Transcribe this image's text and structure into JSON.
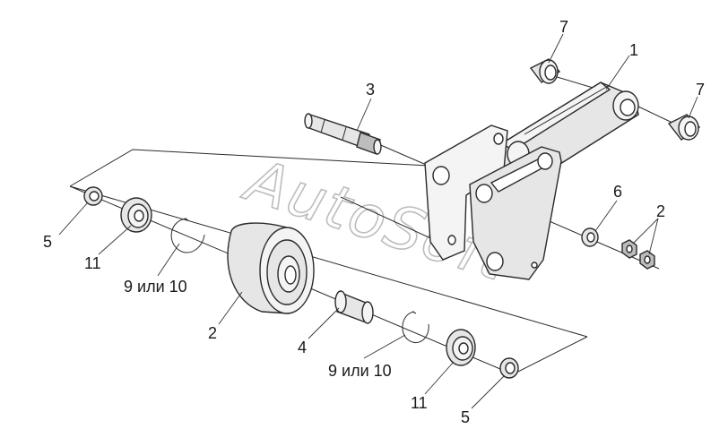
{
  "watermark": "AutoSoft",
  "callouts": {
    "c1": "1",
    "c2_roller": "2",
    "c2_nuts": "2",
    "c3": "3",
    "c4": "4",
    "c5_left": "5",
    "c5_bottom": "5",
    "c6": "6",
    "c7_top": "7",
    "c7_right": "7",
    "c9_left": "9 или 10",
    "c9_bottom": "9 или 10",
    "c11_left": "11",
    "c11_bottom": "11"
  }
}
